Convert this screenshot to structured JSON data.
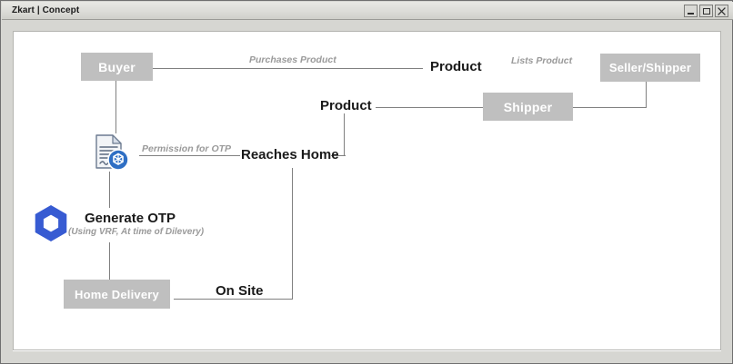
{
  "window": {
    "title": "Zkart | Concept",
    "controls": [
      {
        "name": "minimize",
        "glyph": "minimize-icon"
      },
      {
        "name": "maximize",
        "glyph": "maximize-icon"
      },
      {
        "name": "close",
        "glyph": "close-icon"
      }
    ]
  },
  "diagram": {
    "nodes": [
      {
        "id": "buyer",
        "label": "Buyer"
      },
      {
        "id": "seller_shipper",
        "label": "Seller/Shipper"
      },
      {
        "id": "shipper",
        "label": "Shipper"
      },
      {
        "id": "home_delivery",
        "label": "Home Delivery"
      }
    ],
    "labels": [
      {
        "id": "product_top",
        "text": "Product"
      },
      {
        "id": "product_mid",
        "text": "Product"
      },
      {
        "id": "reaches_home",
        "text": "Reaches Home"
      },
      {
        "id": "generate_otp",
        "text": "Generate OTP"
      },
      {
        "id": "on_site",
        "text": "On Site"
      }
    ],
    "edge_labels": [
      {
        "id": "purchases_product",
        "text": "Purchases Product"
      },
      {
        "id": "lists_product",
        "text": "Lists Product"
      },
      {
        "id": "permission_for_otp",
        "text": "Permission for OTP"
      }
    ],
    "sub_labels": [
      {
        "id": "otp_note",
        "text": "(Using VRF, At time of Dilevery)"
      }
    ],
    "icons": [
      {
        "id": "smart_contract",
        "name": "document-contract-icon"
      },
      {
        "id": "chainlink",
        "name": "chainlink-hexagon-icon"
      }
    ],
    "colors": {
      "node_fill": "#bfbfbf",
      "node_text": "#ffffff",
      "label_text": "#1a1a1a",
      "edge_label_text": "#9a9a9a",
      "connector": "#808080",
      "chainlink_blue": "#375bd2",
      "canvas": "#ffffff"
    }
  }
}
